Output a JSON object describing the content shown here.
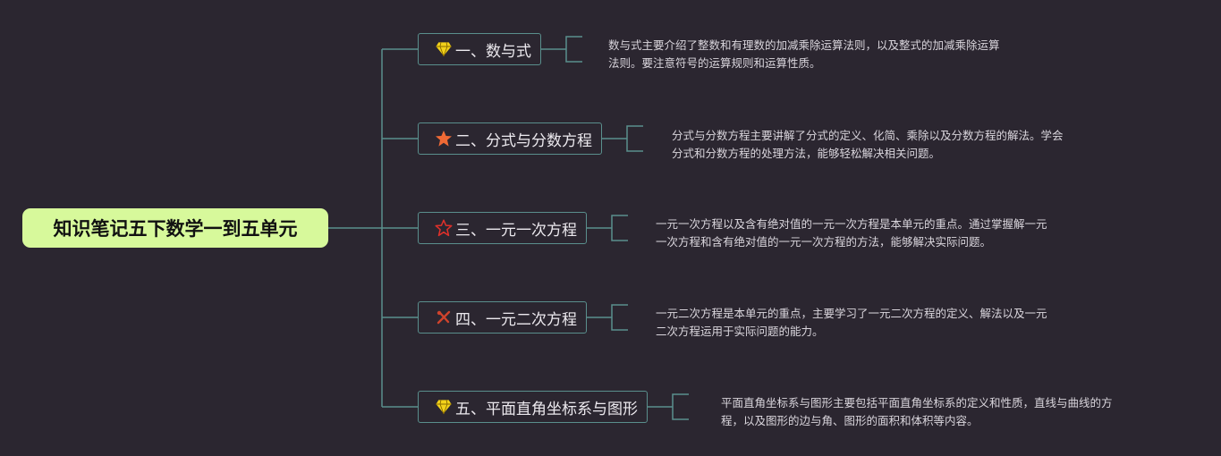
{
  "root": {
    "title": "知识笔记五下数学一到五单元"
  },
  "branches": [
    {
      "label": "一、数与式",
      "icon": "diamond-icon",
      "icon_color": "#f3d21a",
      "desc": [
        "数与式主要介绍了整数和有理数的加减乘除运算法则，以及整式的加减乘除运算",
        "法则。要注意符号的运算规则和运算性质。"
      ]
    },
    {
      "label": "二、分式与分数方程",
      "icon": "star-filled-icon",
      "icon_color": "#f06a35",
      "desc": [
        "分式与分数方程主要讲解了分式的定义、化简、乘除以及分数方程的解法。学会",
        "分式和分数方程的处理方法，能够轻松解决相关问题。"
      ]
    },
    {
      "label": "三、一元一次方程",
      "icon": "star-outline-icon",
      "icon_color": "#e0302a",
      "desc": [
        "一元一次方程以及含有绝对值的一元一次方程是本单元的重点。通过掌握解一元",
        "一次方程和含有绝对值的一元一次方程的方法，能够解决实际问题。"
      ]
    },
    {
      "label": "四、一元二次方程",
      "icon": "tools-icon",
      "icon_color": "#d0432c",
      "desc": [
        "一元二次方程是本单元的重点，主要学习了一元二次方程的定义、解法以及一元",
        "二次方程运用于实际问题的能力。"
      ]
    },
    {
      "label": "五、平面直角坐标系与图形",
      "icon": "diamond-icon",
      "icon_color": "#f3d21a",
      "desc": [
        "平面直角坐标系与图形主要包括平面直角坐标系的定义和性质，直线与曲线的方",
        "程，以及图形的边与角、图形的面积和体积等内容。"
      ]
    }
  ],
  "colors": {
    "background": "#2b2630",
    "connector": "#5a8f8d",
    "root_fill": "#d7f99b"
  }
}
